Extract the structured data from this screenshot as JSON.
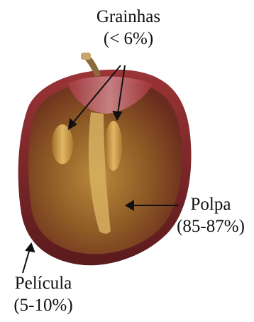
{
  "labels": {
    "seeds": {
      "name": "Grainhas",
      "share": "(< 6%)"
    },
    "pulp": {
      "name": "Polpa",
      "share": "(85-87%)"
    },
    "skin": {
      "name": "Película",
      "share": "(5-10%)"
    }
  },
  "colors": {
    "skin_dark": "#4a1417",
    "skin_red": "#8e2a2c",
    "pulp": "#9c6a2a",
    "pulp_light": "#d2a957",
    "seed": "#c98d3a",
    "stem": "#8a6a3a",
    "text": "#111111"
  }
}
